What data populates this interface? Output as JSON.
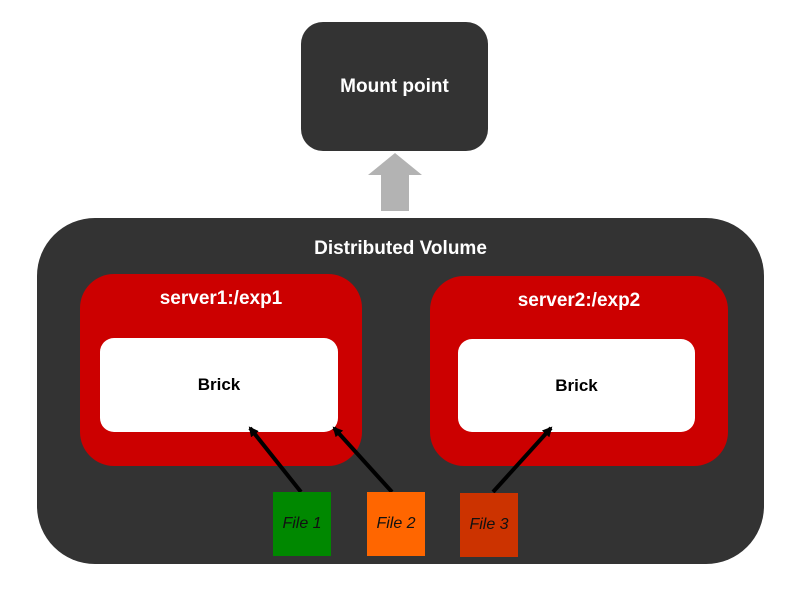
{
  "mount": {
    "label": "Mount point"
  },
  "volume": {
    "title": "Distributed Volume"
  },
  "servers": [
    {
      "title": "server1:/exp1",
      "brick": "Brick"
    },
    {
      "title": "server2:/exp2",
      "brick": "Brick"
    }
  ],
  "files": [
    {
      "label": "File 1",
      "color": "#008800"
    },
    {
      "label": "File 2",
      "color": "#ff6600"
    },
    {
      "label": "File 3",
      "color": "#cc3300"
    }
  ],
  "colors": {
    "dark": "#333333",
    "server": "#cc0000",
    "arrow_up": "#b3b3b3",
    "arrow_file": "#000000"
  },
  "icons": {
    "up": "up-arrow-icon"
  }
}
